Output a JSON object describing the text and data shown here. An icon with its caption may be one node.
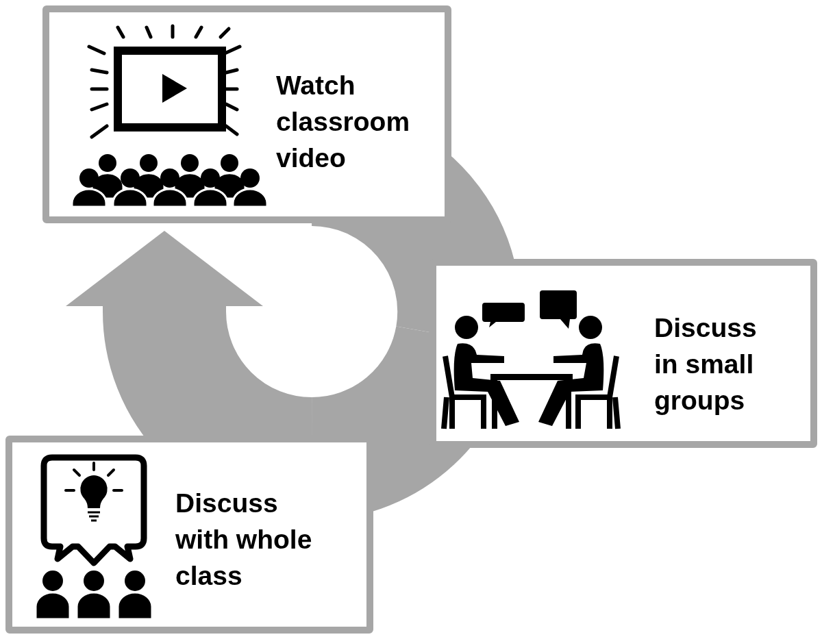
{
  "diagram": {
    "nodes": [
      {
        "text": [
          "Watch classroom video"
        ]
      },
      {
        "text": [
          "Discuss in small groups"
        ]
      },
      {
        "text": [
          "Discuss with whole class"
        ]
      }
    ],
    "edges": [
      {
        "from": 0,
        "to": 1,
        "arrow": "none"
      },
      {
        "from": 1,
        "to": 2,
        "arrow": "none"
      },
      {
        "from": 2,
        "to": 0,
        "arrow": "to"
      }
    ]
  }
}
